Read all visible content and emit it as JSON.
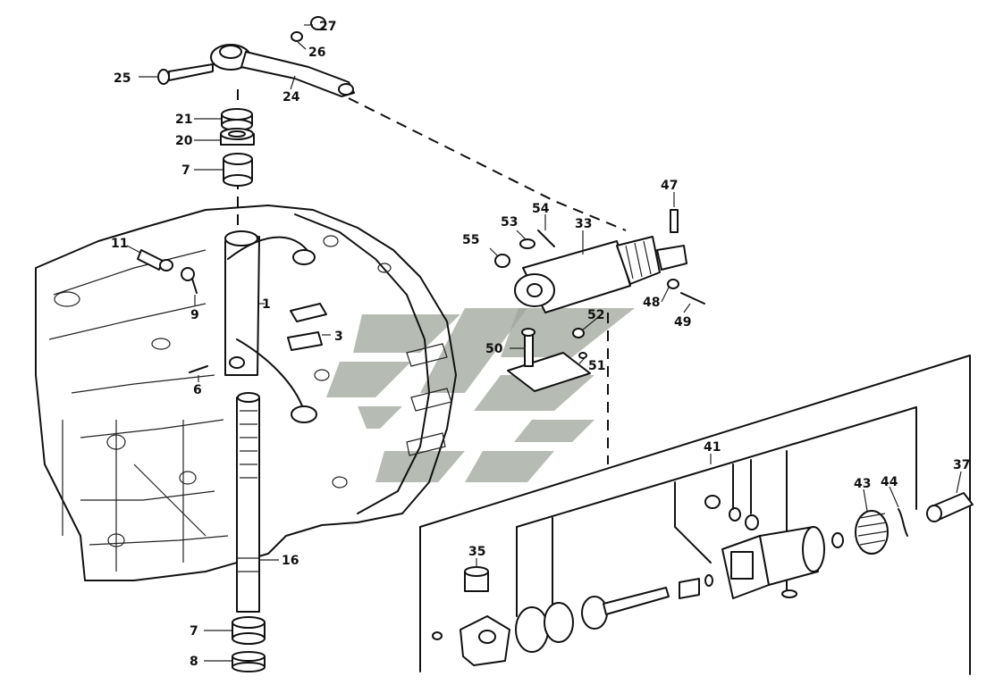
{
  "diagram": {
    "type": "exploded parts diagram",
    "accent_color": "#111111",
    "watermark_color": "#9ea59a"
  },
  "callouts": {
    "c1": "1",
    "c3": "3",
    "c6": "6",
    "c7a": "7",
    "c7b": "7",
    "c8": "8",
    "c9": "9",
    "c11": "11",
    "c16": "16",
    "c20": "20",
    "c21": "21",
    "c24": "24",
    "c25": "25",
    "c26": "26",
    "c27": "27",
    "c33": "33",
    "c35": "35",
    "c37": "37",
    "c41": "41",
    "c43": "43",
    "c44": "44",
    "c47": "47",
    "c48": "48",
    "c49": "49",
    "c50": "50",
    "c51": "51",
    "c52": "52",
    "c53": "53",
    "c54": "54",
    "c55": "55"
  }
}
